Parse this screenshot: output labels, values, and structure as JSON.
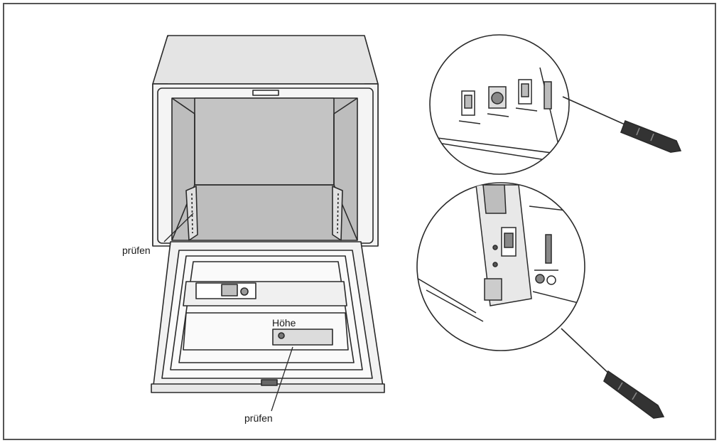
{
  "labels": {
    "check_left": "prüfen",
    "height": "Höhe",
    "check_bottom": "prüfen"
  },
  "icons": [
    "dishwasher-drawing",
    "screwdriver-icon",
    "screwdriver-icon",
    "magnified-hinge-detail",
    "magnified-adjuster-detail"
  ],
  "colors": {
    "outline": "#2a2a2a",
    "tub_interior": "#b9b9b9",
    "body_fill": "#e4e4e4",
    "frame": "#555555"
  }
}
